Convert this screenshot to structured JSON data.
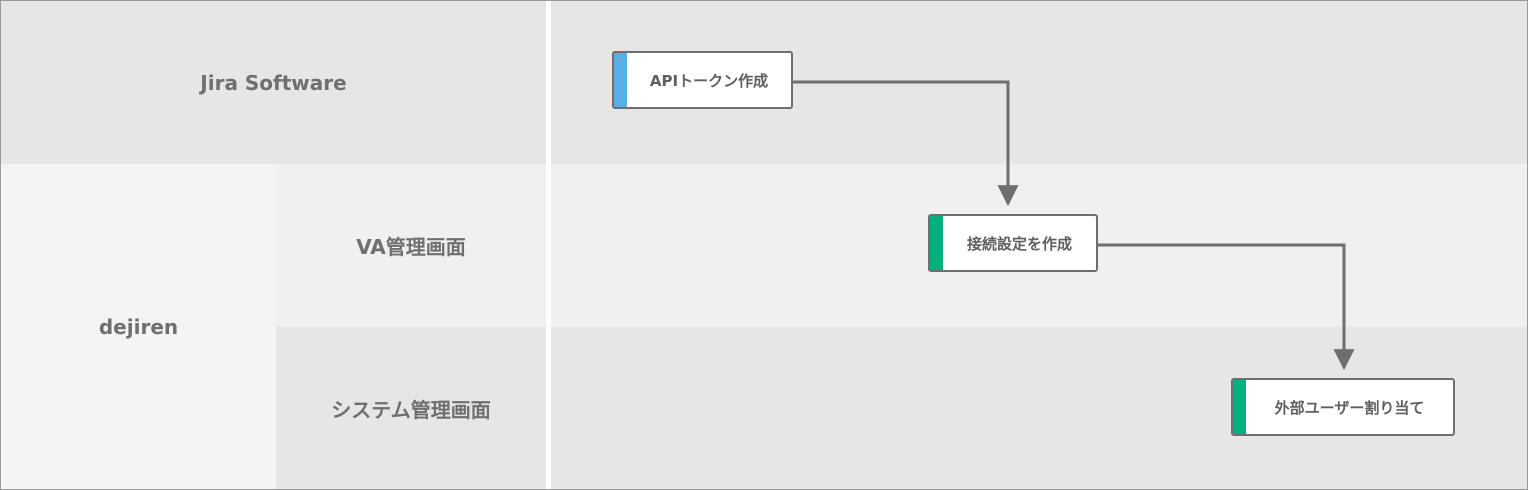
{
  "lanes": {
    "jira": {
      "label": "Jira Software"
    },
    "dejiren": {
      "label": "dejiren"
    },
    "va_admin": {
      "label": "VA管理画面"
    },
    "system_admin": {
      "label": "システム管理画面"
    }
  },
  "nodes": [
    {
      "id": "api-token",
      "label": "APIトークン作成",
      "accent": "#5aaee3"
    },
    {
      "id": "connection",
      "label": "接続設定を作成",
      "accent": "#00b07f"
    },
    {
      "id": "assign-user",
      "label": "外部ユーザー割り当て",
      "accent": "#00b07f"
    }
  ],
  "colors": {
    "lane_dark": "#e6e6e6",
    "lane_light": "#f0f0f0",
    "lane_header_light": "#f4f4f4",
    "connector": "#6e6e6e"
  }
}
